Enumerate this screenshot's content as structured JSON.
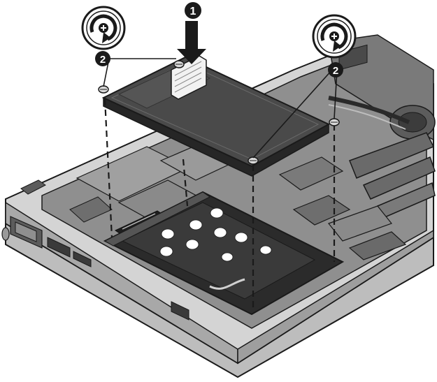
{
  "callouts": [
    {
      "label": "1",
      "meaning": "step-1-insert-drive"
    },
    {
      "label": "2",
      "meaning": "step-2-drive-screws-left"
    },
    {
      "label": "2",
      "meaning": "step-2-drive-screws-right"
    }
  ],
  "icons": {
    "rotate_left": "clockwise-rotate-screwdriver-icon",
    "rotate_right": "clockwise-rotate-screwdriver-icon",
    "push_arrow": "down-arrow-icon"
  },
  "colors": {
    "outline": "#1a1a1a",
    "drive_top": "#4a4a4a",
    "drive_side": "#2e2e2e",
    "chassis_light": "#d9d9d9",
    "chassis_mid": "#9a9a9a",
    "chassis_dark": "#3c3c3c",
    "bay": "#2a2a2a",
    "white": "#ffffff"
  }
}
